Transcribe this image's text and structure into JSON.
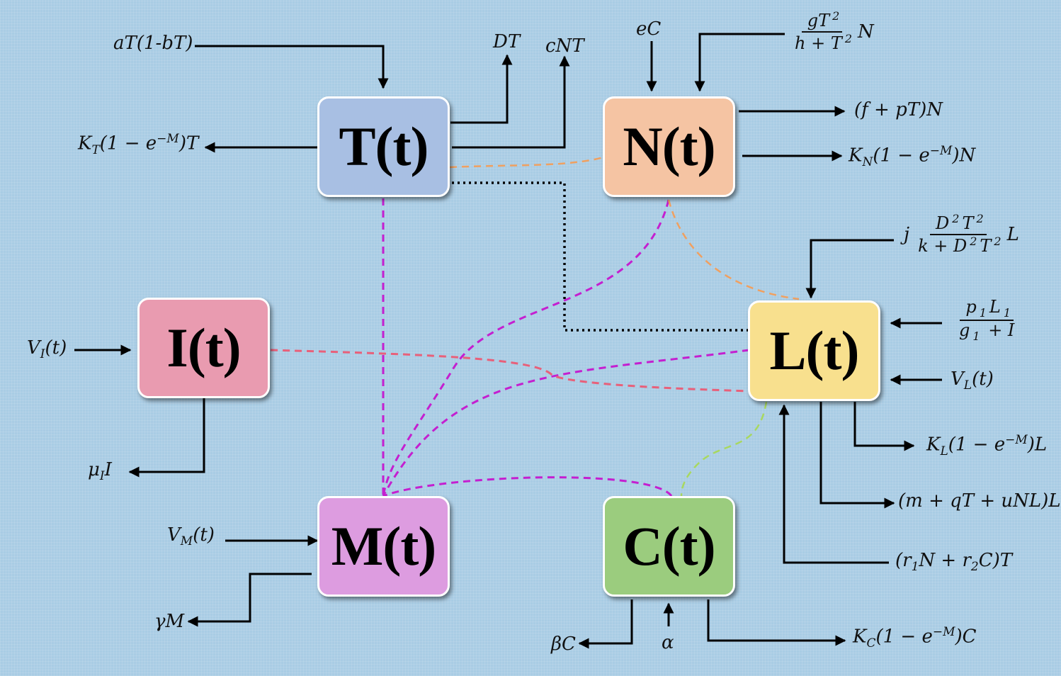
{
  "nodes": {
    "T": {
      "label": "T(t)",
      "color": "#a8bfe3"
    },
    "N": {
      "label": "N(t)",
      "color": "#f5c4a3"
    },
    "L": {
      "label": "L(t)",
      "color": "#f8e08e"
    },
    "I": {
      "label": "I(t)",
      "color": "#e99bb0"
    },
    "M": {
      "label": "M(t)",
      "color": "#dd9ce0"
    },
    "C": {
      "label": "C(t)",
      "color": "#9bcc7e"
    }
  },
  "labels": {
    "growth": "aT(1-bT)",
    "DT": "DT",
    "cNT": "cNT",
    "KT_1": "K",
    "KT_sub": "T",
    "KT_2": "(1 − e",
    "KT_sup": "−M",
    "KT_3": ")T",
    "eC": "eC",
    "gT_frac_num": "gT",
    "gT_frac_num_sup": "2",
    "gT_frac_den": "h + T",
    "gT_frac_den_sup": "2",
    "gT_frac_after": "N",
    "fpT": "(f + pT)N",
    "KN_1": "K",
    "KN_sub": "N",
    "KN_2": "(1 − e",
    "KN_sup": "−M",
    "KN_3": ")N",
    "j_pre": "j",
    "j_num_a": "D",
    "j_num_a_sup": "2",
    "j_num_b": "T",
    "j_num_b_sup": "2",
    "j_den_a": "k + D",
    "j_den_a_sup": "2",
    "j_den_b": "T",
    "j_den_b_sup": "2",
    "j_after": "L",
    "p1_num_a": "p",
    "p1_num_a_sub": "1",
    "p1_num_b": "L",
    "p1_num_b_sub": "1",
    "p1_den_a": "g",
    "p1_den_a_sub": "1",
    "p1_den_b": " + I",
    "VL_1": "V",
    "VL_sub": "L",
    "VL_2": "(t)",
    "VI_1": "V",
    "VI_sub": "I",
    "VI_2": "(t)",
    "muI_1": "μ",
    "muI_sub": "I",
    "muI_2": "I",
    "KL_1": "K",
    "KL_sub": "L",
    "KL_2": "(1 − e",
    "KL_sup": "−M",
    "KL_3": ")L",
    "mqT": "(m + qT + uNL)L",
    "r_1": "(r",
    "r_sub1": "1",
    "r_2": "N + r",
    "r_sub2": "2",
    "r_3": "C)T",
    "VM_1": "V",
    "VM_sub": "M",
    "VM_2": "(t)",
    "gammaM": "γM",
    "betaC": "βC",
    "alpha": "α",
    "KC_1": "K",
    "KC_sub": "C",
    "KC_2": "(1 − e",
    "KC_sup": "−M",
    "KC_3": ")C"
  },
  "colors": {
    "background": "#a9cce4",
    "arrow": "#000000",
    "magenta_link": "#c41fd0",
    "pink_link": "#e8607a",
    "orange_link": "#f0a060",
    "green_link": "#a8d860",
    "dotted_link": "#000000"
  }
}
